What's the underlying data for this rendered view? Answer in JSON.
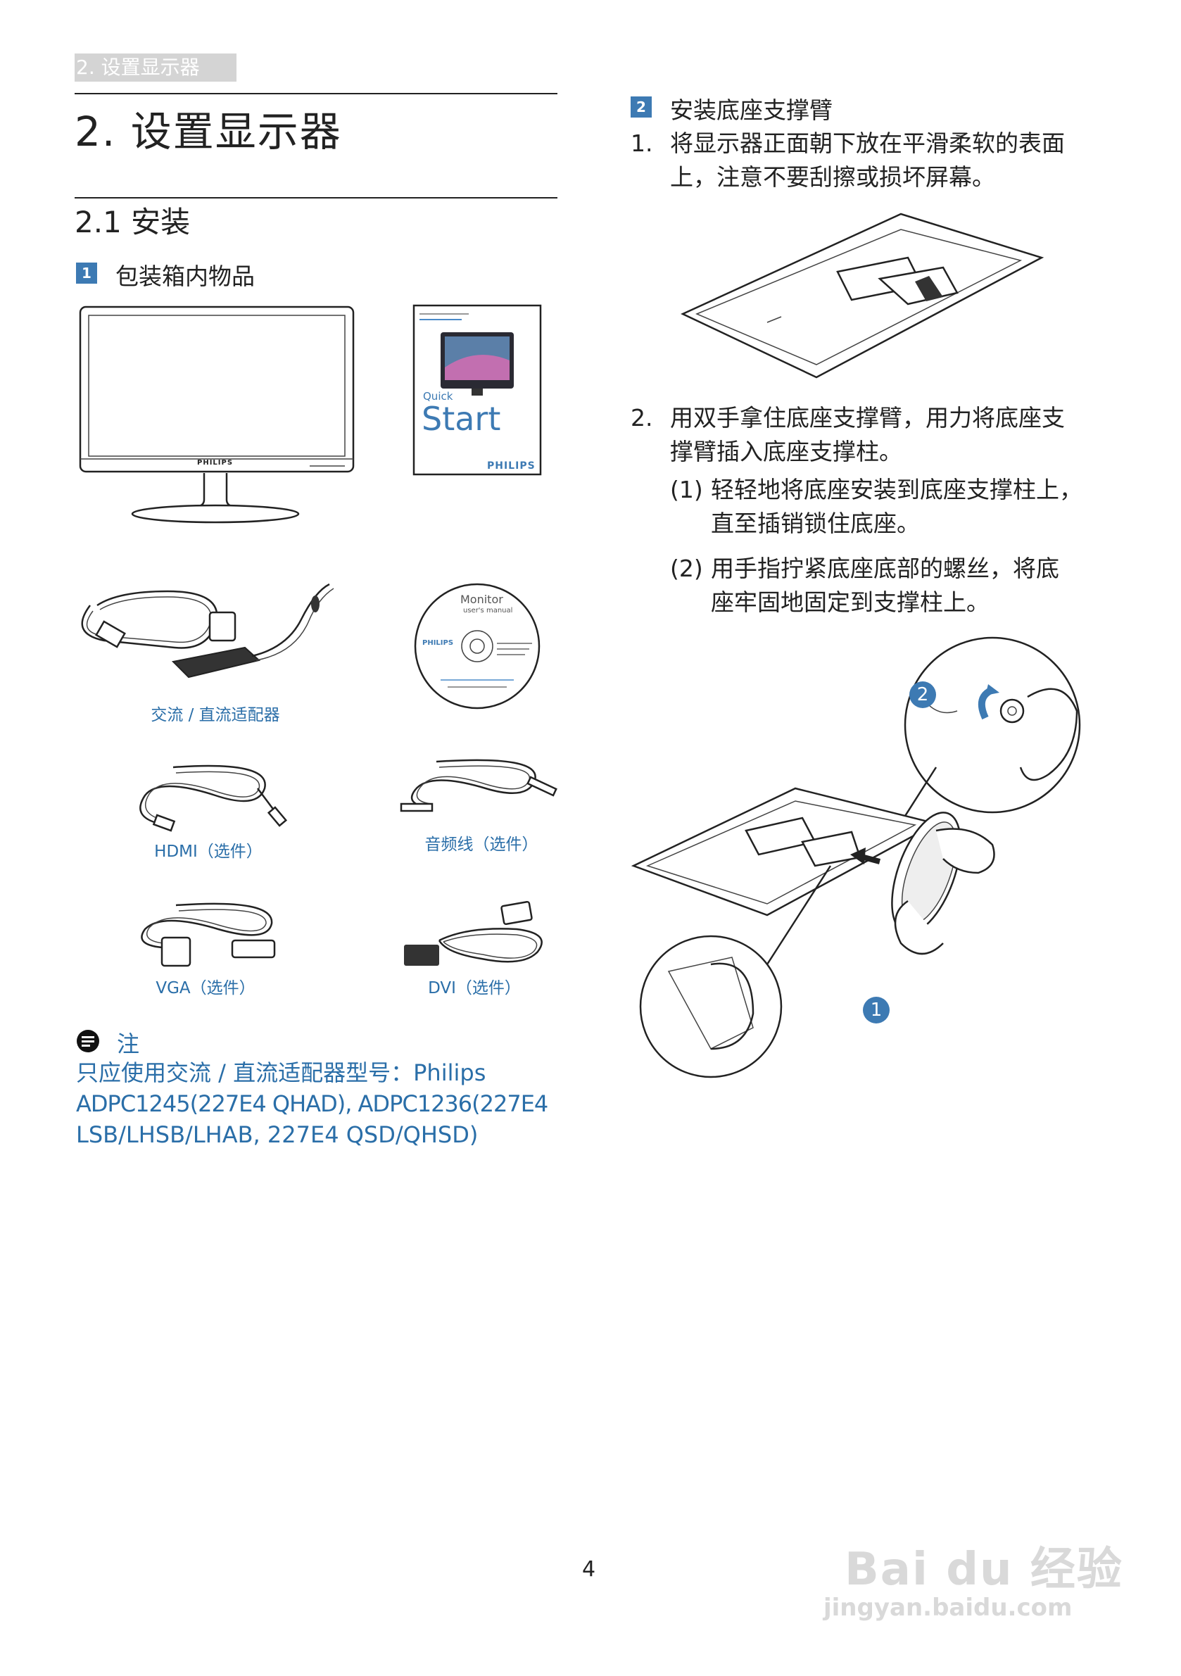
{
  "header": {
    "section_tab": "2. 设置显示器"
  },
  "chapter": {
    "title": "2.  设置显示器"
  },
  "section": {
    "title": "2.1  安装"
  },
  "box_contents": {
    "badge": "1",
    "title": "包装箱内物品",
    "monitor_brand": "PHILIPS",
    "quickstart": {
      "line1": "Quick",
      "line2": "Start",
      "brand": "PHILIPS"
    },
    "cd": {
      "title": "Monitor",
      "subtitle": "user's manual",
      "brand": "PHILIPS"
    },
    "captions": {
      "adapter": "交流 / 直流适配器",
      "hdmi": "HDMI（选件）",
      "audio": "音频线（选件）",
      "vga": "VGA（选件）",
      "dvi": "DVI（选件）"
    }
  },
  "note": {
    "title": "注",
    "line1": "只应使用交流 / 直流适配器型号：Philips",
    "line2": "ADPC1245(227E4 QHAD), ADPC1236(227E4",
    "line3": "LSB/LHSB/LHAB, 227E4 QSD/QHSD)"
  },
  "install_arm": {
    "badge": "2",
    "title": "安装底座支撑臂",
    "step1": {
      "num": "1.",
      "line1": "将显示器正面朝下放在平滑柔软的表面",
      "line2": "上，注意不要刮擦或损坏屏幕。"
    },
    "step2": {
      "num": "2.",
      "line1": "用双手拿住底座支撑臂，用力将底座支",
      "line2": "撑臂插入底座支撑柱。"
    },
    "sub1": {
      "num": "(1)",
      "line1": "轻轻地将底座安装到底座支撑柱上，",
      "line2": "直至插销锁住底座。"
    },
    "sub2": {
      "num": "(2)",
      "line1": "用手指拧紧底座底部的螺丝，将底",
      "line2": "座牢固地固定到支撑柱上。"
    },
    "callout1": "1",
    "callout2": "2"
  },
  "footer": {
    "page_number": "4"
  },
  "watermark": {
    "brand": "Bai du 经验",
    "url": "jingyan.baidu.com"
  }
}
